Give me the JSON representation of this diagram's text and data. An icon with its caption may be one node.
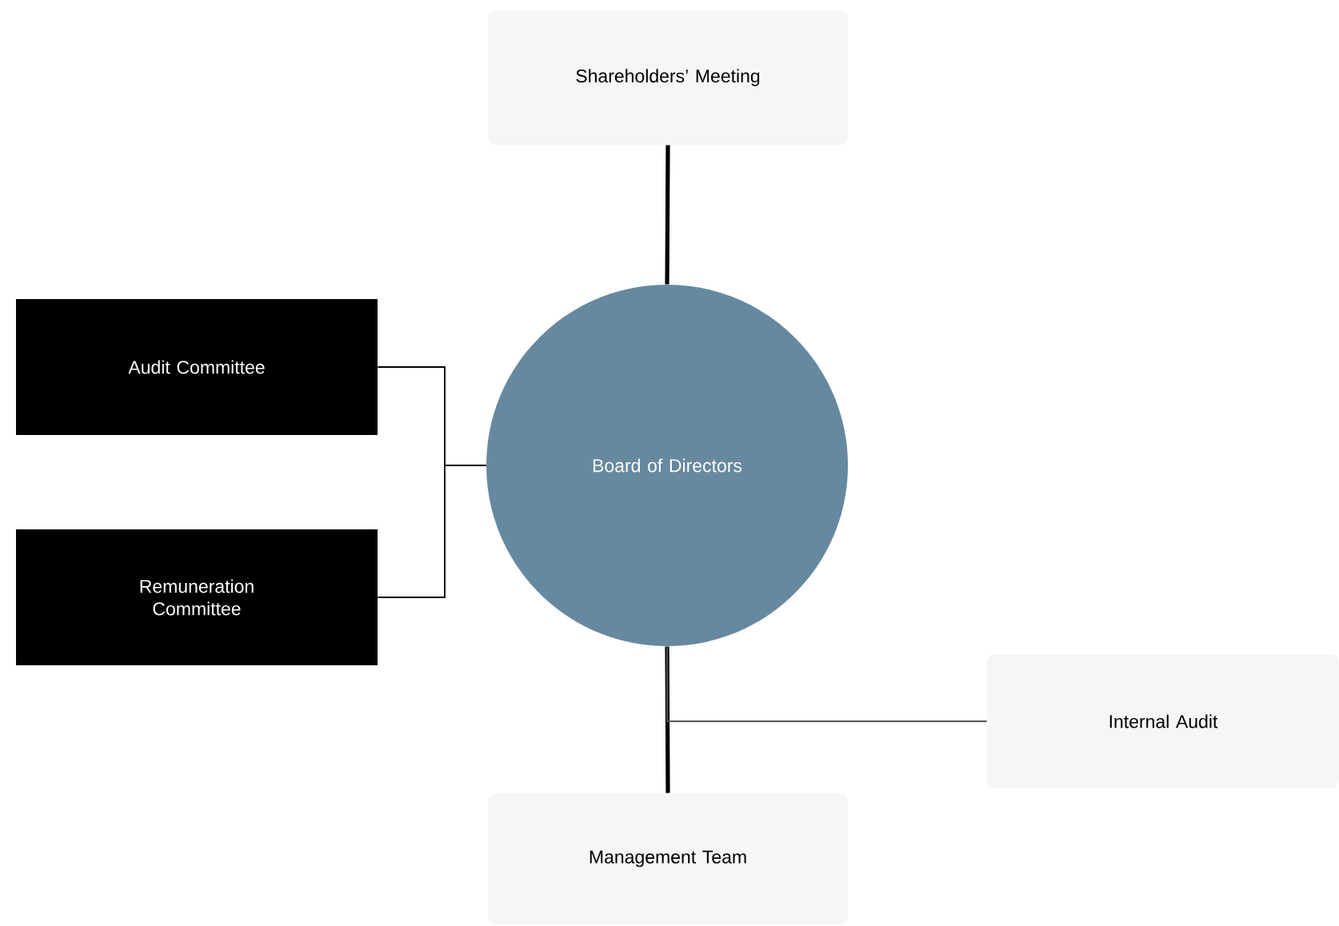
{
  "diagram": {
    "nodes": [
      {
        "text": [
          "Shareholders’ Meeting"
        ]
      },
      {
        "text": [
          "Board of Directors"
        ]
      },
      {
        "text": [
          "Audit Committee"
        ]
      },
      {
        "text": [
          "Remuneration Committee"
        ]
      },
      {
        "text": [
          "Internal Audit"
        ]
      },
      {
        "text": [
          "Management Team"
        ]
      }
    ],
    "edges": [
      {
        "from": 0,
        "to": 1,
        "arrow": "none",
        "style": "thick"
      },
      {
        "from": 2,
        "to": 1,
        "arrow": "none"
      },
      {
        "from": 3,
        "to": 1,
        "arrow": "none"
      },
      {
        "from": 1,
        "to": 5,
        "arrow": "none",
        "style": "thick"
      },
      {
        "from": 1,
        "to": 4,
        "arrow": "none",
        "color": "#555555"
      }
    ]
  }
}
